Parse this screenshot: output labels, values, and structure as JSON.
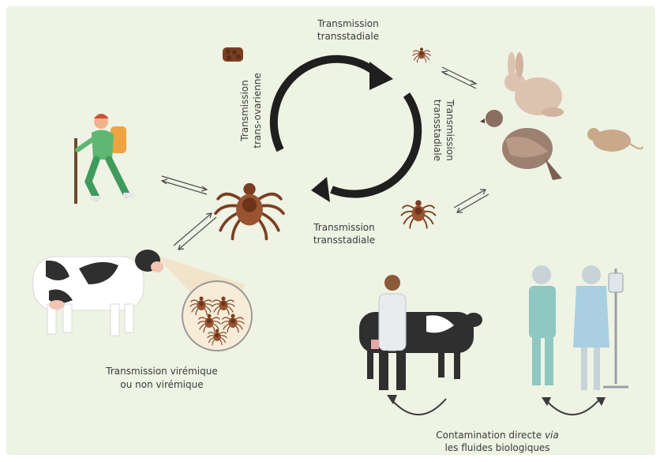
{
  "background_color": "#eef3e4",
  "cycle": {
    "top": [
      "Transmission",
      "transstadiale"
    ],
    "right": [
      "Transmission",
      "transstadiale"
    ],
    "bottom": [
      "Transmission",
      "transstadiale"
    ],
    "left": [
      "Transmission",
      "trans-ovarienne"
    ]
  },
  "cow_caption": [
    "Transmission virémique",
    "ou non virémique"
  ],
  "contact_caption": {
    "line1_prefix": "Contamination directe ",
    "line1_emphasis": "via",
    "line2": "les fluides biologiques"
  },
  "colors": {
    "tick_body": "#9a5230",
    "tick_legs": "#7a3f22",
    "scrubs": "#8fc7c2",
    "gown": "#a9cfe0",
    "cycle_arrow": "#1f1f1f"
  },
  "icons": [
    "hiker-icon",
    "cow-icon",
    "tick-icon",
    "egg-mass-icon",
    "rabbit-icon",
    "mouse-icon",
    "dove-icon",
    "veterinarian-icon",
    "nurse-icon",
    "patient-icon",
    "iv-stand-icon",
    "magnifier-icon"
  ]
}
